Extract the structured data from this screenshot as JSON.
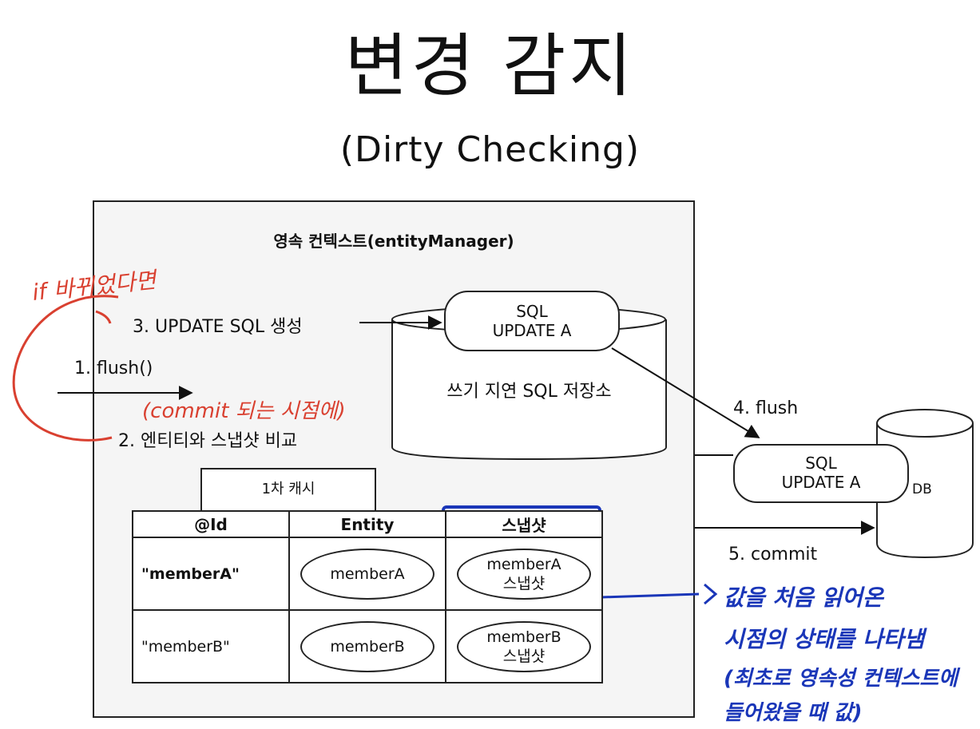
{
  "title": "변경 감지",
  "subtitle": "(Dirty Checking)",
  "persistence_context": {
    "label": "영속 컨텍스트(entityManager)"
  },
  "steps": {
    "step1": "1. flush()",
    "step2": "2. 엔티티와 스냅샷 비교",
    "step3": "3. UPDATE SQL 생성",
    "step4": "4. flush",
    "step5": "5. commit"
  },
  "sql_store": {
    "label": "쓰기 지연 SQL 저장소",
    "pill_line1": "SQL",
    "pill_line2": "UPDATE A"
  },
  "db": {
    "label": "DB",
    "pill_line1": "SQL",
    "pill_line2": "UPDATE A"
  },
  "cache": {
    "label": "1차 캐시",
    "headers": [
      "@Id",
      "Entity",
      "스냅샷"
    ],
    "rows": [
      {
        "id": "\"memberA\"",
        "entity": "memberA",
        "snapshot_line1": "memberA",
        "snapshot_line2": "스냅샷"
      },
      {
        "id": "\"memberB\"",
        "entity": "memberB",
        "snapshot_line1": "memberB",
        "snapshot_line2": "스냅샷"
      }
    ]
  },
  "annotations": {
    "red_if": "if 바뀌었다면",
    "red_commit": "(commit 되는 시점에)",
    "blue_line1": "값을 처음 읽어온",
    "blue_line2": "시점의 상태를 나타냄",
    "blue_line3": "(최초로 영속성 컨텍스트에",
    "blue_line4": "들어왔을 때 값)"
  },
  "colors": {
    "annotation_red": "#d94030",
    "annotation_blue": "#1a36b8",
    "box_background": "#f5f5f5"
  }
}
